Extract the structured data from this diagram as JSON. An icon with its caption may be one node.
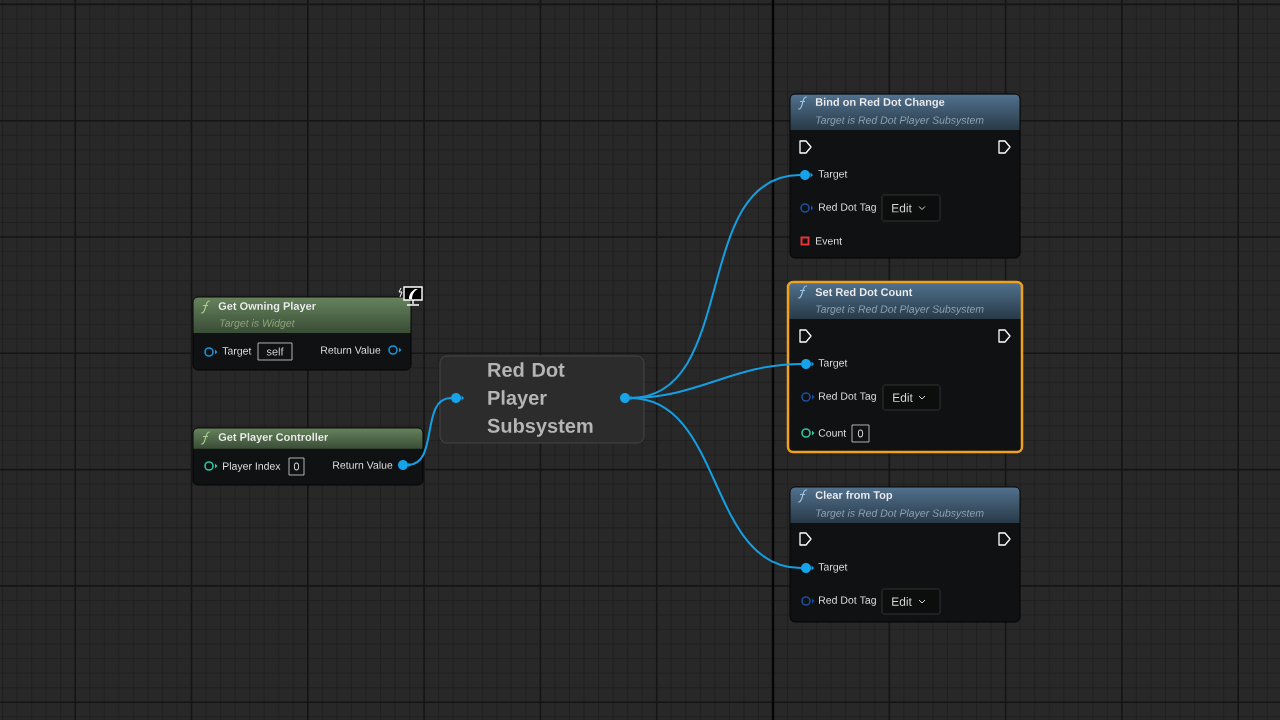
{
  "diagram": {
    "nodes": [
      {
        "text": [
          "Get Owning Player",
          "Target is Widget",
          "Target",
          "Return Value"
        ]
      },
      {
        "text": [
          "self"
        ],
        "in": 0
      },
      {
        "text": [
          "Get Player Controller",
          "Player Index",
          "Return Value"
        ]
      },
      {
        "text": [
          "0"
        ],
        "in": 2
      },
      {
        "text": [],
        "shape": "circle",
        "in": 2
      },
      {
        "text": [
          "Red Dot Player Subsystem"
        ]
      },
      {
        "text": [],
        "shape": "circle",
        "in": 5
      },
      {
        "text": [],
        "shape": "circle",
        "in": 5
      },
      {
        "text": [
          "Bind on Red Dot Change",
          "Target is Red Dot Player Subsystem",
          "Target",
          "Red Dot Tag",
          "Event"
        ]
      },
      {
        "text": [],
        "shape": "circle",
        "in": 8
      },
      {
        "text": [
          "Edit"
        ],
        "in": 8
      },
      {
        "text": [
          "Set Red Dot Count",
          "Target is Red Dot Player Subsystem",
          "Target",
          "Red Dot Tag",
          "Count"
        ]
      },
      {
        "text": [],
        "shape": "circle",
        "in": 11
      },
      {
        "text": [
          "Edit"
        ],
        "in": 11
      },
      {
        "text": [
          "0"
        ],
        "in": 11
      },
      {
        "text": [
          "Clear from Top",
          "Target is Red Dot Player Subsystem",
          "Target",
          "Red Dot Tag"
        ]
      },
      {
        "text": [],
        "shape": "circle",
        "in": 15
      },
      {
        "text": [
          "Edit"
        ],
        "in": 15
      }
    ],
    "edges": [
      {
        "from": 4,
        "to": 6,
        "arrow": "none"
      },
      {
        "from": 7,
        "to": 9,
        "arrow": "none"
      },
      {
        "from": 7,
        "to": 12,
        "arrow": "none"
      },
      {
        "from": 7,
        "to": 16,
        "arrow": "none"
      }
    ]
  }
}
